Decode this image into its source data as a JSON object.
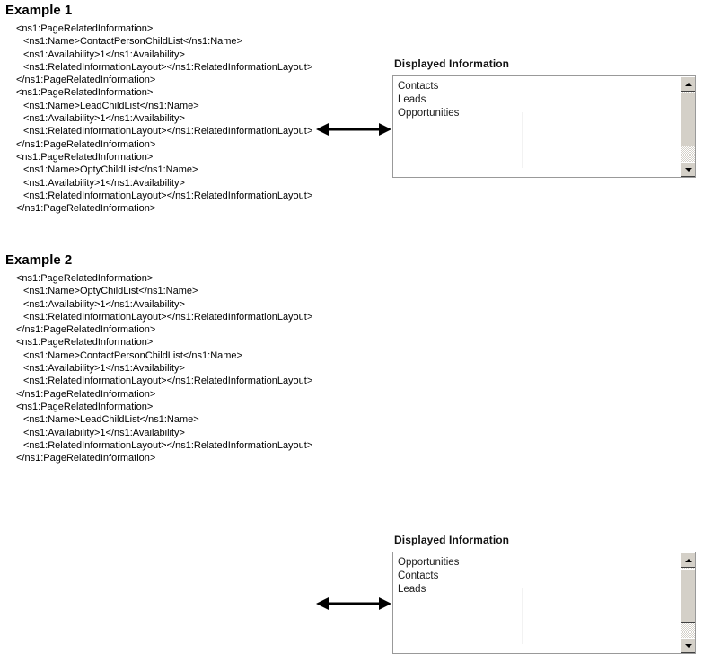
{
  "page": {
    "background_color": "#ffffff",
    "text_color": "#000000"
  },
  "sections": [
    {
      "heading": "Example 1",
      "xml_lines": [
        {
          "indent": 0,
          "text": "<ns1:PageRelatedInformation>"
        },
        {
          "indent": 1,
          "text": "<ns1:Name>ContactPersonChildList</ns1:Name>"
        },
        {
          "indent": 1,
          "text": "<ns1:Availability>1</ns1:Availability>"
        },
        {
          "indent": 1,
          "text": "<ns1:RelatedInformationLayout></ns1:RelatedInformationLayout>"
        },
        {
          "indent": 0,
          "text": "</ns1:PageRelatedInformation>"
        },
        {
          "indent": 0,
          "text": "<ns1:PageRelatedInformation>"
        },
        {
          "indent": 1,
          "text": "<ns1:Name>LeadChildList</ns1:Name>"
        },
        {
          "indent": 1,
          "text": "<ns1:Availability>1</ns1:Availability>"
        },
        {
          "indent": 1,
          "text": "<ns1:RelatedInformationLayout></ns1:RelatedInformationLayout>"
        },
        {
          "indent": 0,
          "text": "</ns1:PageRelatedInformation>"
        },
        {
          "indent": 0,
          "text": "<ns1:PageRelatedInformation>"
        },
        {
          "indent": 1,
          "text": "<ns1:Name>OptyChildList</ns1:Name>"
        },
        {
          "indent": 1,
          "text": "<ns1:Availability>1</ns1:Availability>"
        },
        {
          "indent": 1,
          "text": "<ns1:RelatedInformationLayout></ns1:RelatedInformationLayout>"
        },
        {
          "indent": 0,
          "text": "</ns1:PageRelatedInformation>"
        }
      ],
      "arrow": {
        "icon": "double-headed-arrow-icon",
        "color": "#000000"
      },
      "panel": {
        "title": "Displayed Information",
        "items": [
          "Contacts",
          "Leads",
          "Opportunities"
        ],
        "scrollbar": {
          "up_icon": "scroll-up-arrow-icon",
          "down_icon": "scroll-down-arrow-icon",
          "thumb_color": "#d4d0c8",
          "track_color": "#d4d0c8"
        }
      }
    },
    {
      "heading": "Example 2",
      "xml_lines": [
        {
          "indent": 0,
          "text": "<ns1:PageRelatedInformation>"
        },
        {
          "indent": 1,
          "text": "<ns1:Name>OptyChildList</ns1:Name>"
        },
        {
          "indent": 1,
          "text": "<ns1:Availability>1</ns1:Availability>"
        },
        {
          "indent": 1,
          "text": "<ns1:RelatedInformationLayout></ns1:RelatedInformationLayout>"
        },
        {
          "indent": 0,
          "text": "</ns1:PageRelatedInformation>"
        },
        {
          "indent": 0,
          "text": "<ns1:PageRelatedInformation>"
        },
        {
          "indent": 1,
          "text": "<ns1:Name>ContactPersonChildList</ns1:Name>"
        },
        {
          "indent": 1,
          "text": "<ns1:Availability>1</ns1:Availability>"
        },
        {
          "indent": 1,
          "text": "<ns1:RelatedInformationLayout></ns1:RelatedInformationLayout>"
        },
        {
          "indent": 0,
          "text": "</ns1:PageRelatedInformation>"
        },
        {
          "indent": 0,
          "text": "<ns1:PageRelatedInformation>"
        },
        {
          "indent": 1,
          "text": "<ns1:Name>LeadChildList</ns1:Name>"
        },
        {
          "indent": 1,
          "text": "<ns1:Availability>1</ns1:Availability>"
        },
        {
          "indent": 1,
          "text": "<ns1:RelatedInformationLayout></ns1:RelatedInformationLayout>"
        },
        {
          "indent": 0,
          "text": "</ns1:PageRelatedInformation>"
        }
      ],
      "arrow": {
        "icon": "double-headed-arrow-icon",
        "color": "#000000"
      },
      "panel": {
        "title": "Displayed Information",
        "items": [
          "Opportunities",
          "Contacts",
          "Leads"
        ],
        "scrollbar": {
          "up_icon": "scroll-up-arrow-icon",
          "down_icon": "scroll-down-arrow-icon",
          "thumb_color": "#d4d0c8",
          "track_color": "#d4d0c8"
        }
      }
    }
  ]
}
